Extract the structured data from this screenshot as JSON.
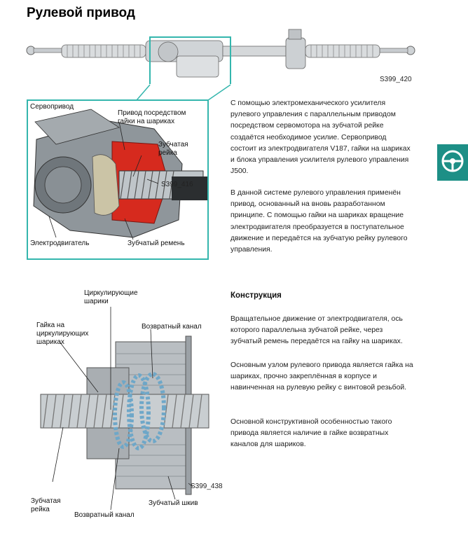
{
  "page": {
    "title": "Рулевой привод",
    "colors": {
      "accent_teal": "#34b6ad",
      "side_tab": "#1d8f86",
      "cutaway_red": "#d62a1e"
    }
  },
  "figure_top": {
    "code": "S399_420"
  },
  "figure_servo": {
    "code": "S399_416",
    "labels": {
      "servo": "Сервопривод",
      "ballnut_drive": "Привод посредством\nгайки на шариках",
      "rack": "Зубчатая\nрейка",
      "motor": "Электродвигатель",
      "belt": "Зубчатый ремень"
    }
  },
  "intro_text": {
    "p1": "С помощью электромеханического усилителя рулевого управления с параллельным приводом посредством сервомотора на зубчатой рейке создаётся необходимое усилие. Сервопривод состоит из электродвигателя V187, гайки на шариках и блока управления усилителя рулевого управления J500.",
    "p2": "В данной системе рулевого управления применён привод, основанный на вновь разработанном принципе. С помощью гайки на шариках вращение электродвигателя преобразуется в поступательное движение и передаётся на зубчатую рейку рулевого управления."
  },
  "figure_ballnut": {
    "code": "S399_438",
    "labels": {
      "circulating_balls": "Циркулирующие\nшарики",
      "nut": "Гайка на\nциркулирующих\nшариках",
      "return_channel_top": "Возвратный канал",
      "rack": "Зубчатая\nрейка",
      "return_channel_bottom": "Возвратный канал",
      "pulley": "Зубчатый шкив"
    }
  },
  "construction": {
    "heading": "Конструкция",
    "p1": "Вращательное движение от электродвигателя, ось которого параллельна зубчатой рейке, через зубчатый ремень передаётся на гайку на шариках.",
    "p2": "Основным узлом рулевого привода является гайка на шариках, прочно закреплённая в корпусе и навинченная на рулевую рейку с винтовой резьбой.",
    "p3": "Основной конструктивной особенностью такого привода является наличие в гайке возвратных каналов для шариков."
  },
  "side_tab": {
    "icon": "steering-wheel-icon"
  }
}
